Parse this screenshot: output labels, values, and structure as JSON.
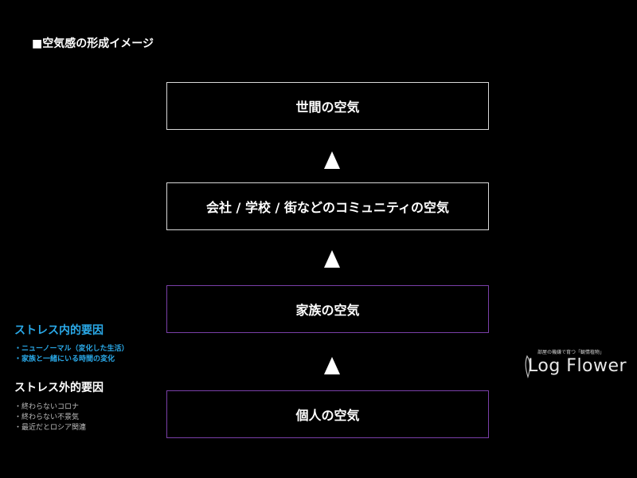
{
  "title": "■空気感の形成イメージ",
  "boxes": [
    "世間の空気",
    "会社 / 学校 / 街などのコミュニティの空気",
    "家族の空気",
    "個人の空気"
  ],
  "internal": {
    "heading": "ストレス内的要因",
    "items": [
      "・ニューノーマル（変化した生活）",
      "・家族と一緒にいる時間の変化"
    ],
    "color": "#2aa9e8"
  },
  "external": {
    "heading": "ストレス外的要因",
    "items": [
      "・終わらないコロナ",
      "・終わらない不景気",
      "・最近だとロシア関連"
    ]
  },
  "logo": {
    "tagline": "部屋の機嫌で育つ「観情植物」",
    "name": "Log Flower"
  }
}
